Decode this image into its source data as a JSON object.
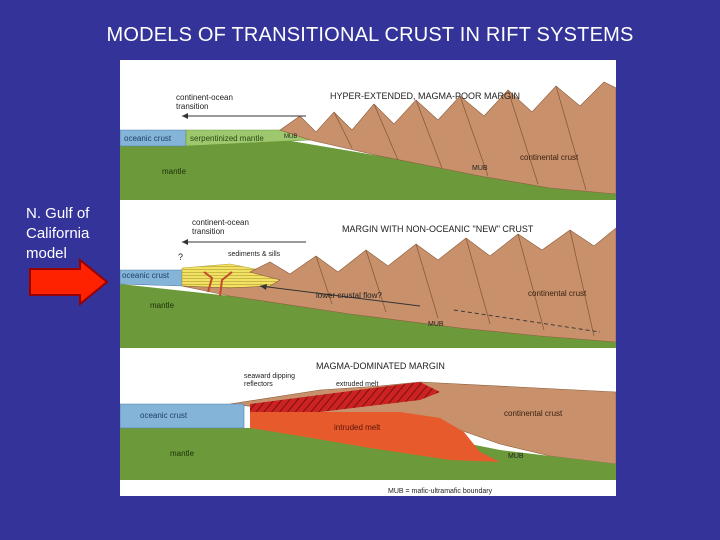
{
  "slide": {
    "title": "MODELS OF TRANSITIONAL CRUST IN RIFT SYSTEMS",
    "side_label": "N. Gulf  of\nCalifornia\nmodel"
  },
  "colors": {
    "background": "#333399",
    "arrow": "#ff2200",
    "continental_crust": "#c8916c",
    "mantle": "#6c9a3a",
    "oceanic_crust": "#84b4d8",
    "serpentinized_mantle": "#9ec86e",
    "intruded_melt": "#e65a2c",
    "extruded_melt": "#cc2222",
    "sediments": "#f0e060"
  },
  "panels": [
    {
      "title": "HYPER-EXTENDED, MAGMA-POOR MARGIN",
      "labels": {
        "transition": "continent-ocean\ntransition",
        "oceanic_crust": "oceanic crust",
        "serpentinized": "serpentinized mantle",
        "mantle": "mantle",
        "continental": "continental crust",
        "mub_small": "MUB",
        "mub": "MUB"
      }
    },
    {
      "title": "MARGIN WITH NON-OCEANIC \"NEW\" CRUST",
      "labels": {
        "transition": "continent-ocean\ntransition",
        "question": "?",
        "sediments": "sediments & sills",
        "oceanic_crust": "oceanic crust",
        "mantle": "mantle",
        "lower_flow": "lower crustal flow?",
        "continental": "continental crust",
        "mub": "MUB"
      }
    },
    {
      "title": "MAGMA-DOMINATED MARGIN",
      "labels": {
        "reflectors": "seaward dipping\nreflectors",
        "extruded": "extruded melt",
        "oceanic_crust": "oceanic crust",
        "intruded": "intruded melt",
        "continental": "continental crust",
        "mantle": "mantle",
        "mub": "MUB"
      }
    }
  ],
  "caption": "MUB = mafic-ultramafic boundary"
}
